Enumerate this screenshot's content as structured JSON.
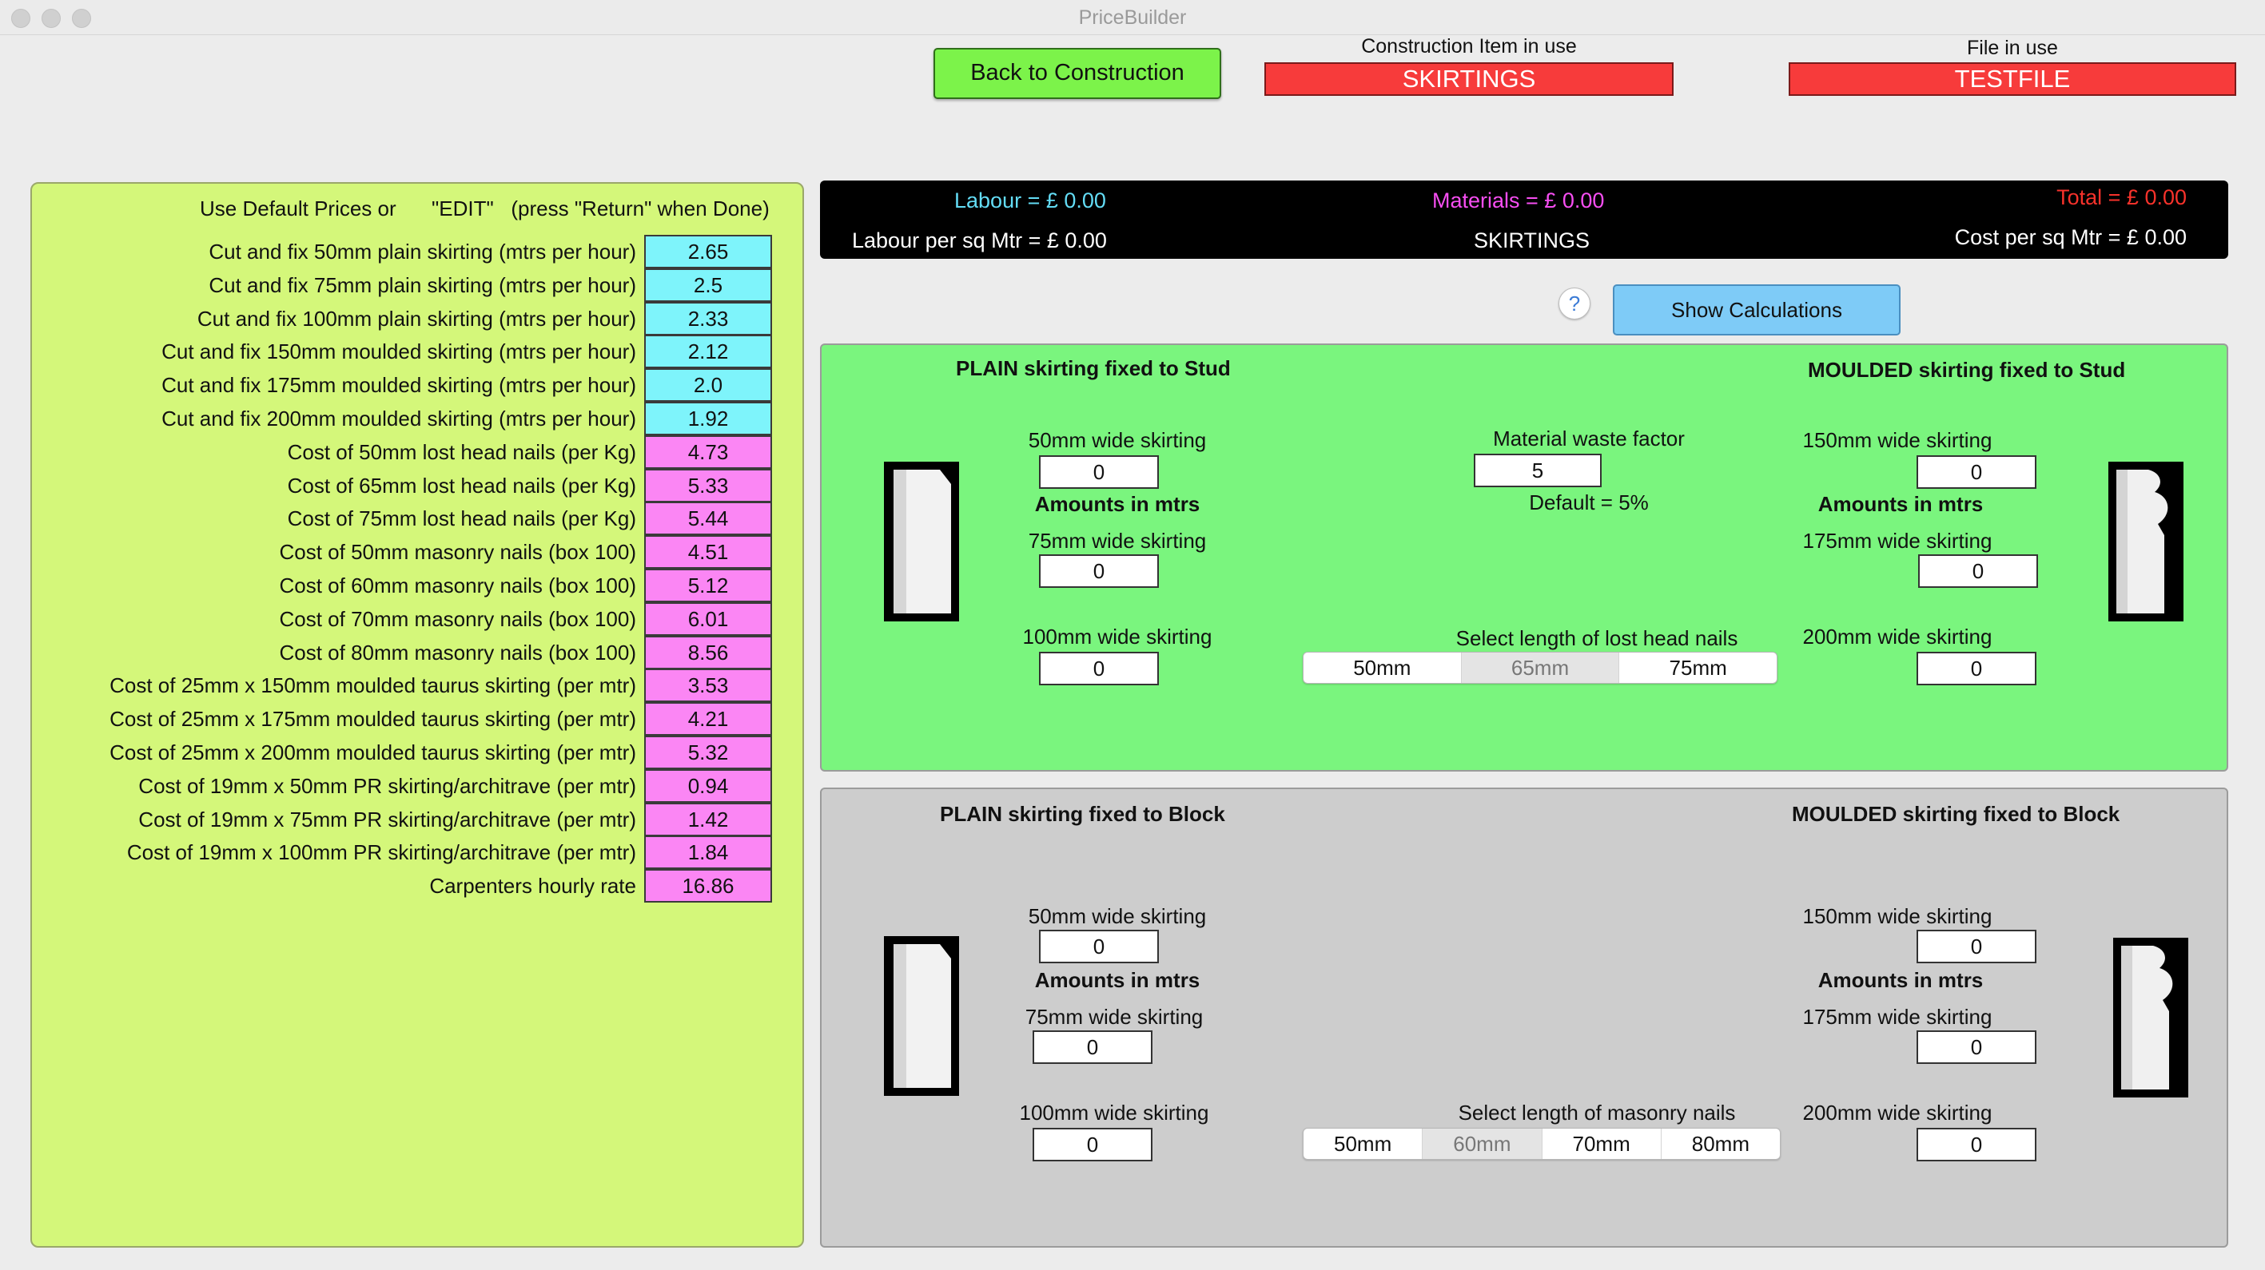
{
  "window": {
    "title": "PriceBuilder"
  },
  "header": {
    "back_label": "Back to Construction",
    "item_label": "Construction Item in use",
    "item_value": "SKIRTINGS",
    "file_label": "File in use",
    "file_value": "TESTFILE"
  },
  "left_panel": {
    "heading_1": "Use Default Prices or",
    "heading_2": "\"EDIT\"   (press \"Return\" when Done)",
    "rates": [
      {
        "label": "Cut and fix 50mm plain skirting (mtrs per hour)",
        "value": "2.65",
        "color": "cyan"
      },
      {
        "label": "Cut and fix 75mm plain skirting (mtrs per hour)",
        "value": "2.5",
        "color": "cyan"
      },
      {
        "label": "Cut and fix 100mm plain skirting (mtrs per hour)",
        "value": "2.33",
        "color": "cyan"
      },
      {
        "label": "Cut and fix 150mm moulded skirting (mtrs per hour)",
        "value": "2.12",
        "color": "cyan"
      },
      {
        "label": "Cut and fix 175mm moulded skirting (mtrs per hour)",
        "value": "2.0",
        "color": "cyan"
      },
      {
        "label": "Cut and fix 200mm moulded skirting (mtrs per hour)",
        "value": "1.92",
        "color": "cyan"
      },
      {
        "label": "Cost of 50mm lost head nails (per Kg)",
        "value": "4.73",
        "color": "pink"
      },
      {
        "label": "Cost of 65mm lost head nails (per Kg)",
        "value": "5.33",
        "color": "pink"
      },
      {
        "label": "Cost of 75mm lost head nails (per Kg)",
        "value": "5.44",
        "color": "pink"
      },
      {
        "label": "Cost of 50mm masonry nails (box 100)",
        "value": "4.51",
        "color": "pink"
      },
      {
        "label": "Cost of 60mm masonry nails (box 100)",
        "value": "5.12",
        "color": "pink"
      },
      {
        "label": "Cost of 70mm masonry nails (box 100)",
        "value": "6.01",
        "color": "pink"
      },
      {
        "label": "Cost of 80mm masonry nails (box 100)",
        "value": "8.56",
        "color": "pink"
      },
      {
        "label": "Cost of 25mm x 150mm moulded taurus skirting (per mtr)",
        "value": "3.53",
        "color": "pink"
      },
      {
        "label": "Cost of 25mm x 175mm moulded taurus skirting (per mtr)",
        "value": "4.21",
        "color": "pink"
      },
      {
        "label": "Cost of 25mm x 200mm moulded taurus skirting (per mtr)",
        "value": "5.32",
        "color": "pink"
      },
      {
        "label": "Cost of 19mm x 50mm PR skirting/architrave (per mtr)",
        "value": "0.94",
        "color": "pink"
      },
      {
        "label": "Cost of 19mm x 75mm PR skirting/architrave (per mtr)",
        "value": "1.42",
        "color": "pink"
      },
      {
        "label": "Cost of 19mm x 100mm PR skirting/architrave (per mtr)",
        "value": "1.84",
        "color": "pink"
      },
      {
        "label": "Carpenters hourly rate",
        "value": "16.86",
        "color": "pink"
      }
    ]
  },
  "summary": {
    "labour": "Labour = £  0.00",
    "materials": "Materials = £ 0.00",
    "total": "Total = £  0.00",
    "labour_sqm": "Labour per sq Mtr = £  0.00",
    "item": "SKIRTINGS",
    "cost_sqm": "Cost per sq Mtr = £  0.00",
    "colors": {
      "labour": "#63dcf5",
      "materials": "#f74ef2",
      "total": "#f7322b",
      "text": "#ffffff"
    }
  },
  "help_label": "?",
  "calc_button": "Show Calculations",
  "stud": {
    "plain_title": "PLAIN skirting fixed to Stud",
    "moulded_title": "MOULDED skirting fixed to Stud",
    "p50_label": "50mm wide skirting",
    "p50_value": "0",
    "amounts_left": "Amounts in mtrs",
    "p75_label": "75mm wide skirting",
    "p75_value": "0",
    "p100_label": "100mm wide skirting",
    "p100_value": "0",
    "waste_label": "Material waste factor",
    "waste_value": "5",
    "waste_default": "Default = 5%",
    "nails_label": "Select length of lost head nails",
    "nail_options": [
      "50mm",
      "65mm",
      "75mm"
    ],
    "nail_selected": "65mm",
    "m150_label": "150mm wide skirting",
    "m150_value": "0",
    "amounts_right": "Amounts in mtrs",
    "m175_label": "175mm wide skirting",
    "m175_value": "0",
    "m200_label": "200mm wide skirting",
    "m200_value": "0"
  },
  "block": {
    "plain_title": "PLAIN skirting fixed to Block",
    "moulded_title": "MOULDED skirting fixed to Block",
    "p50_label": "50mm wide skirting",
    "p50_value": "0",
    "amounts_left": "Amounts in mtrs",
    "p75_label": "75mm wide skirting",
    "p75_value": "0",
    "p100_label": "100mm wide skirting",
    "p100_value": "0",
    "nails_label": "Select length of masonry nails",
    "nail_options": [
      "50mm",
      "60mm",
      "70mm",
      "80mm"
    ],
    "nail_selected": "60mm",
    "m150_label": "150mm wide skirting",
    "m150_value": "0",
    "amounts_right": "Amounts in mtrs",
    "m175_label": "175mm wide skirting",
    "m175_value": "0",
    "m200_label": "200mm wide skirting",
    "m200_value": "0"
  }
}
